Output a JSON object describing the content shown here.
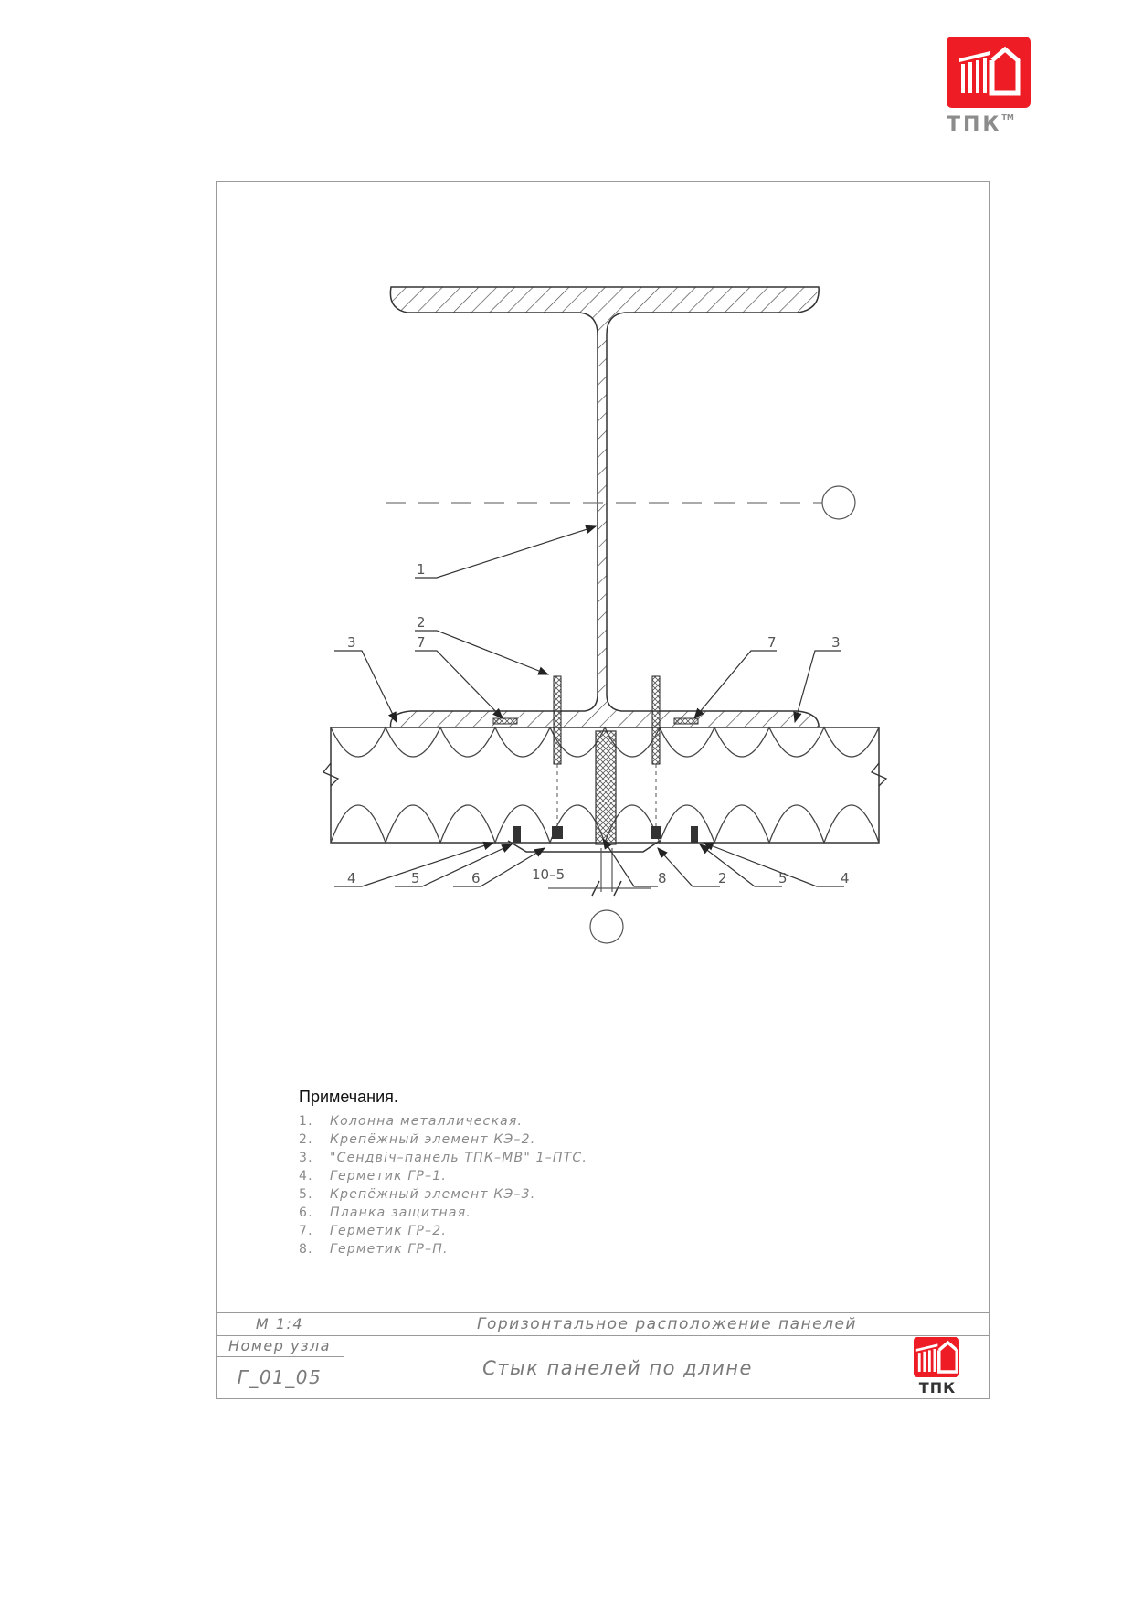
{
  "brand": {
    "name": "ТПК",
    "tm": "TM",
    "accent": "#ee1c25"
  },
  "callouts": {
    "c1": "1",
    "c2_top": "2",
    "c3_left": "3",
    "c7_left": "7",
    "c7_right": "7",
    "c3_right": "3",
    "c4_left": "4",
    "c5_left": "5",
    "c6": "6",
    "gap": "10–5",
    "c8": "8",
    "c2_bottom": "2",
    "c5_right": "5",
    "c4_right": "4"
  },
  "notes": {
    "title": "Примечания.",
    "items": [
      {
        "num": "1.",
        "text": "Колонна металлическая."
      },
      {
        "num": "2.",
        "text": "Крепёжный элемент КЭ–2."
      },
      {
        "num": "3.",
        "text": "\"Сендвіч–панель ТПК–МВ\" 1–ПТС."
      },
      {
        "num": "4.",
        "text": "Герметик ГР–1."
      },
      {
        "num": "5.",
        "text": "Крепёжный элемент КЭ–3."
      },
      {
        "num": "6.",
        "text": "Планка защитная."
      },
      {
        "num": "7.",
        "text": "Герметик ГР–2."
      },
      {
        "num": "8.",
        "text": "Герметик ГР–П."
      }
    ]
  },
  "title_block": {
    "scale": "М 1:4",
    "node_label": "Номер узла",
    "node_number": "Г_01_05",
    "category": "Горизонтальное расположение панелей",
    "title": "Стык панелей по длине",
    "logo_text": "ТПК"
  }
}
